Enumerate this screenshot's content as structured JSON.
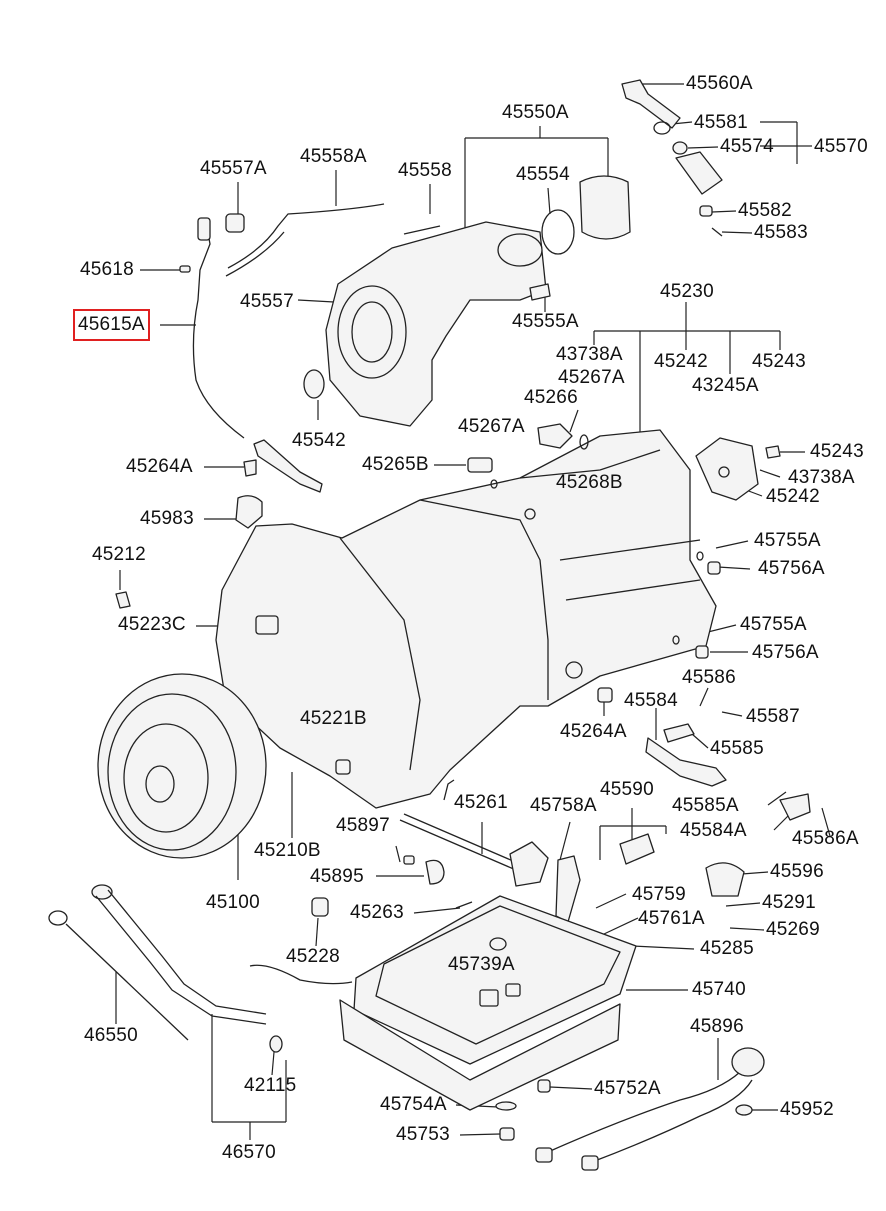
{
  "diagram": {
    "highlighted_part": "45615A",
    "labels": {
      "p45560A": "45560A",
      "p45550A": "45550A",
      "p45581": "45581",
      "p45574": "45574",
      "p45570": "45570",
      "p45557A": "45557A",
      "p45558A": "45558A",
      "p45558": "45558",
      "p45554": "45554",
      "p45582": "45582",
      "p45583": "45583",
      "p45618": "45618",
      "p45557": "45557",
      "p45555A": "45555A",
      "p45230": "45230",
      "p45615A": "45615A",
      "p43738A_top": "43738A",
      "p45242_top": "45242",
      "p45243_top": "45243",
      "p45267A_a": "45267A",
      "p43245A": "43245A",
      "p45266": "45266",
      "p45542": "45542",
      "p45267A_b": "45267A",
      "p45243_right": "45243",
      "p45264A_top": "45264A",
      "p45265B": "45265B",
      "p45268B": "45268B",
      "p43738A_right": "43738A",
      "p45242_right": "45242",
      "p45983": "45983",
      "p45755A_a": "45755A",
      "p45212": "45212",
      "p45756A_a": "45756A",
      "p45223C": "45223C",
      "p45755A_b": "45755A",
      "p45756A_b": "45756A",
      "p45586": "45586",
      "p45584": "45584",
      "p45587": "45587",
      "p45221B": "45221B",
      "p45264A_mid": "45264A",
      "p45585": "45585",
      "p45590": "45590",
      "p45261": "45261",
      "p45758A": "45758A",
      "p45585A": "45585A",
      "p45897": "45897",
      "p45584A": "45584A",
      "p45586A": "45586A",
      "p45210B": "45210B",
      "p45895": "45895",
      "p45596": "45596",
      "p45100": "45100",
      "p45759": "45759",
      "p45291": "45291",
      "p45263": "45263",
      "p45761A": "45761A",
      "p45269": "45269",
      "p45285": "45285",
      "p45228": "45228",
      "p45739A": "45739A",
      "p45740": "45740",
      "p46550": "46550",
      "p45896": "45896",
      "p42115": "42115",
      "p45752A": "45752A",
      "p45754A": "45754A",
      "p45952": "45952",
      "p45753": "45753",
      "p46570": "46570"
    }
  }
}
